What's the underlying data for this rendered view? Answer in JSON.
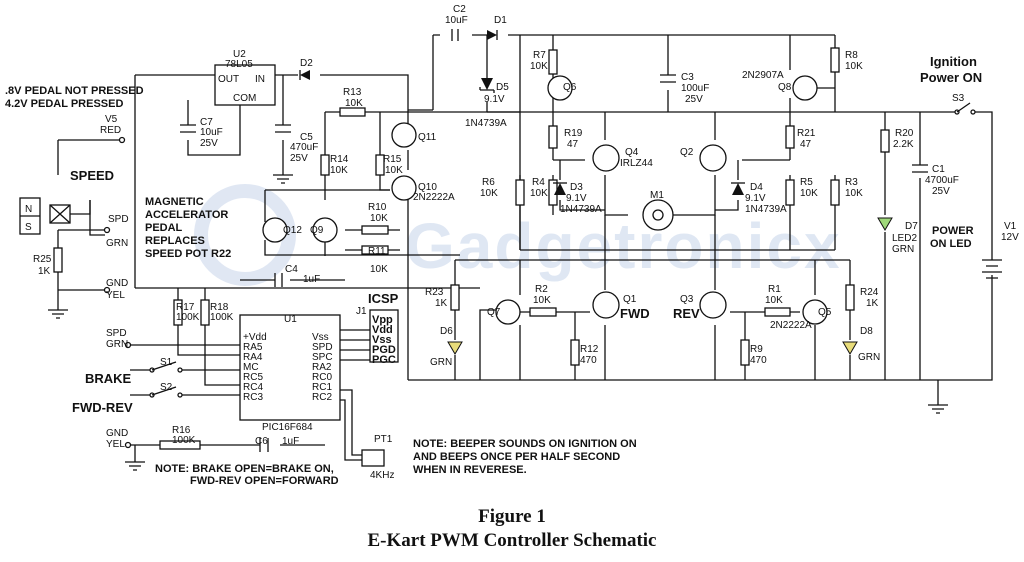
{
  "watermark": "Gadgetronicx",
  "caption": {
    "figure": "Figure 1",
    "title": "E-Kart PWM Controller Schematic"
  },
  "labels": {
    "pedal_note_1": ".8V PEDAL NOT PRESSED",
    "pedal_note_2": "4.2V PEDAL PRESSED",
    "v5": "V5",
    "red": "RED",
    "speed": "SPEED",
    "spd1": "SPD",
    "grn1": "GRN",
    "r25": "R25",
    "r25v": "1K",
    "gnd1": "GND",
    "yel1": "YEL",
    "n": "N",
    "s": "S",
    "u2": "U2",
    "u2v": "78L05",
    "out": "OUT",
    "in": "IN",
    "com": "COM",
    "d2": "D2",
    "c7": "C7",
    "c7v": "10uF",
    "c7v2": "25V",
    "c5": "C5",
    "c5v": "470uF",
    "c5v2": "25V",
    "r13": "R13",
    "r13v": "10K",
    "q11": "Q11",
    "r14": "R14",
    "r14v": "10K",
    "r15": "R15",
    "r15v": "10K",
    "q10": "Q10",
    "q10v": "2N2222A",
    "mag1": "MAGNETIC",
    "mag2": "ACCELERATOR",
    "mag3": "PEDAL",
    "mag4": "REPLACES",
    "mag5": "SPEED POT R22",
    "q12": "Q12",
    "q9": "Q9",
    "r10": "R10",
    "r10v": "10K",
    "r11": "R11",
    "r11v": "10K",
    "c4": "C4",
    "c4v": "1uF",
    "icsp": "ICSP",
    "j1": "J1",
    "vpp": "Vpp",
    "vdd": "Vdd",
    "vss": "Vss",
    "pgd": "PGD",
    "pgc": "PGC",
    "r17": "R17",
    "r17v": "100K",
    "r18": "R18",
    "r18v": "100K",
    "u1": "U1",
    "pvdd": "+Vdd",
    "pvss": "Vss",
    "ra5": "RA5",
    "spd": "SPD",
    "ra4": "RA4",
    "spc": "SPC",
    "mc": "MC",
    "ra2": "RA2",
    "rc5": "RC5",
    "rc0": "RC0",
    "rc4": "RC4",
    "rc1": "RC1",
    "rc3": "RC3",
    "rc2": "RC2",
    "chip": "PIC16F684",
    "spd2": "SPD",
    "grn2": "GRN",
    "brake": "BRAKE",
    "s1": "S1",
    "fwdrev": "FWD-REV",
    "s2": "S2",
    "gnd2": "GND",
    "yel2": "YEL",
    "r16": "R16",
    "r16v": "100K",
    "c6": "C6",
    "c6v": "1uF",
    "note_b1": "NOTE: BRAKE OPEN=BRAKE ON,",
    "note_b2": "FWD-REV OPEN=FORWARD",
    "pt1": "PT1",
    "pt1v": "4KHz",
    "note_p1": "NOTE: BEEPER  SOUNDS ON IGNITION ON",
    "note_p2": "AND BEEPS ONCE PER HALF SECOND",
    "note_p3": "WHEN IN REVERESE.",
    "c2": "C2",
    "c2v": "10uF",
    "d1": "D1",
    "d5": "D5",
    "d5v": "9.1V",
    "d5p": "1N4739A",
    "r7": "R7",
    "r7v": "10K",
    "q6": "Q6",
    "c3": "C3",
    "c3v": "100uF",
    "c3v2": "25V",
    "q8p": "2N2907A",
    "q8": "Q8",
    "r8": "R8",
    "r8v": "10K",
    "r19": "R19",
    "r19v": "47",
    "q4": "Q4",
    "q4v": "IRLZ44",
    "q2": "Q2",
    "r21": "R21",
    "r21v": "47",
    "r6": "R6",
    "r6v": "10K",
    "r4": "R4",
    "r4v": "10K",
    "d3": "D3",
    "d3v": "9.1V",
    "d3p": "1N4739A",
    "m1": "M1",
    "d4": "D4",
    "d4v": "9.1V",
    "d4p": "1N4739A",
    "r5": "R5",
    "r5v": "10K",
    "r3": "R3",
    "r3v": "10K",
    "r23": "R23",
    "r23v": "1K",
    "q7": "Q7",
    "r2": "R2",
    "r2v": "10K",
    "q1": "Q1",
    "fwd": "FWD",
    "q3": "Q3",
    "rev": "REV",
    "r1": "R1",
    "r1v": "10K",
    "q5": "Q5",
    "q5v": "2N2222A",
    "r24": "R24",
    "r24v": "1K",
    "d6": "D6",
    "d6c": "GRN",
    "r12": "R12",
    "r12v": "470",
    "r9": "R9",
    "r9v": "470",
    "d8": "D8",
    "d8c": "GRN",
    "ign1": "Ignition",
    "ign2": "Power ON",
    "s3": "S3",
    "r20": "R20",
    "r20v": "2.2K",
    "c1": "C1",
    "c1v": "4700uF",
    "c1v2": "25V",
    "d7": "D7",
    "d7v": "LED2",
    "d7c": "GRN",
    "pon1": "POWER",
    "pon2": "ON LED",
    "v1": "V1",
    "v1v": "12V"
  }
}
